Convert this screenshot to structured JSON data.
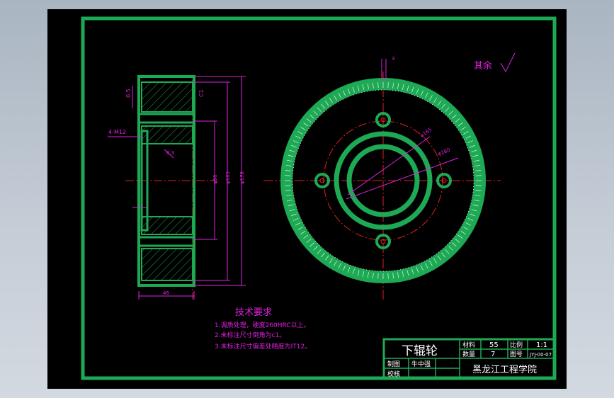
{
  "drawing": {
    "dims": {
      "small_edge": "0.5",
      "chamfer": "C1",
      "bore_label": "4-M12",
      "groove_chamfer": "0.3",
      "d1": "φ96",
      "d2": "φ165",
      "d3": "φ178",
      "width": "46",
      "key": "3",
      "ring_d1": "φ165",
      "ring_d2": "φ180"
    },
    "roughness_note": "其余",
    "tech": {
      "title": "技术要求",
      "items": [
        "1.调质处理，硬度260HRC以上。",
        "2.未标注尺寸倒角为c1。",
        "3.未标注尺寸偏差处精度为IT12。"
      ]
    },
    "title_block": {
      "part_name": "下辊轮",
      "material_label": "材料",
      "material_value": "55",
      "scale_label": "比例",
      "scale_value": "1:1",
      "qty_label": "数量",
      "qty_value": "7",
      "drawing_no_label": "图号",
      "drawing_no_value": "JYJ-00-07",
      "drawn_label": "制图",
      "drawn_by": "牛中强",
      "check_label": "校核",
      "school": "黑龙江工程学院"
    }
  },
  "colors": {
    "sheet": "#000000",
    "outline": "#1eaa55",
    "dimension": "#e020e0",
    "centerline": "#e02020",
    "text": "#ffffff"
  }
}
